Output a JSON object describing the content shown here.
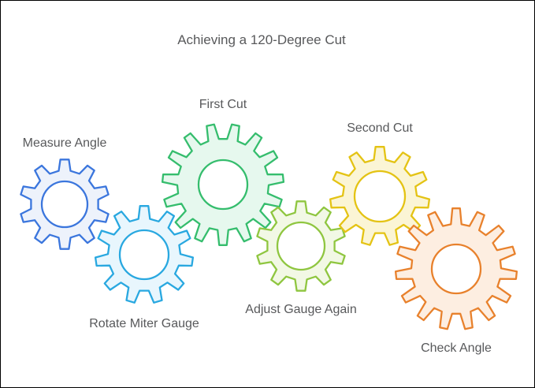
{
  "title": "Achieving a 120-Degree Cut",
  "title_color": "#58595b",
  "label_color": "#58595b",
  "background_color": "#ffffff",
  "border_color": "#000000",
  "steps": [
    {
      "label": "Measure Angle",
      "stroke": "#3b76dd",
      "fill": "#edf2fb"
    },
    {
      "label": "Rotate Miter Gauge",
      "stroke": "#29a8e0",
      "fill": "#e8f6fd"
    },
    {
      "label": "First Cut",
      "stroke": "#35bd6d",
      "fill": "#e6f8ee"
    },
    {
      "label": "Adjust Gauge Again",
      "stroke": "#8fc640",
      "fill": "#f2f8e5"
    },
    {
      "label": "Second Cut",
      "stroke": "#e4c314",
      "fill": "#fbf5d5"
    },
    {
      "label": "Check Angle",
      "stroke": "#e8812c",
      "fill": "#fdeee1"
    }
  ]
}
